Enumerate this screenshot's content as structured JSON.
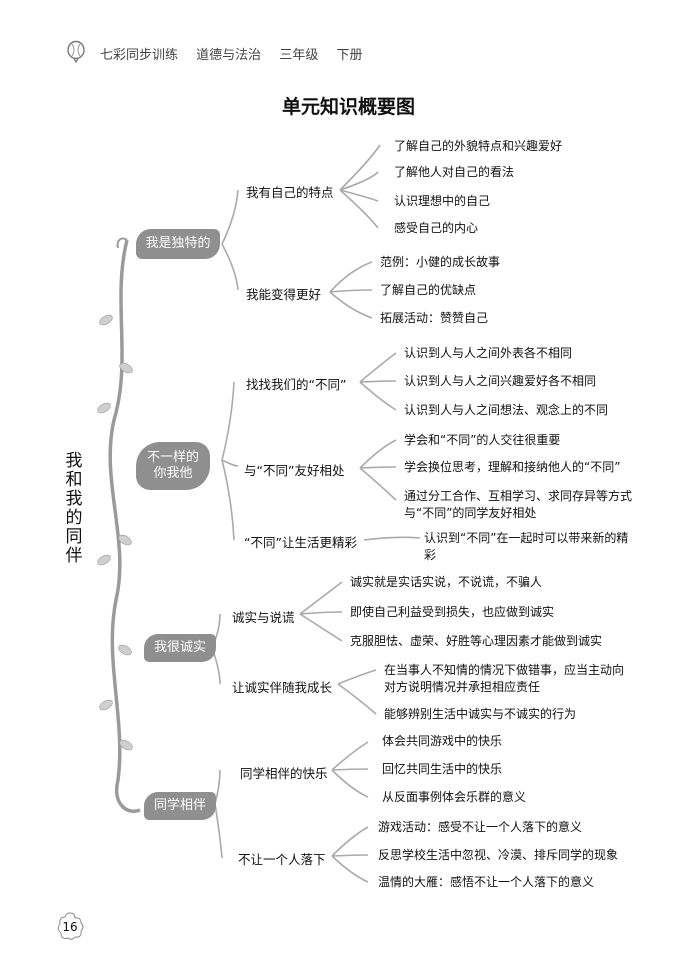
{
  "header": {
    "series": "七彩同步训练",
    "subject": "道德与法治",
    "grade": "三年级",
    "volume": "下册"
  },
  "title": "单元知识概要图",
  "root": "我和我的同伴",
  "units": [
    {
      "label": "我是独特的",
      "topics": [
        {
          "label": "我有自己的特点",
          "points": [
            "了解自己的外貌特点和兴趣爱好",
            "了解他人对自己的看法",
            "认识理想中的自己",
            "感受自己的内心"
          ]
        },
        {
          "label": "我能变得更好",
          "points": [
            "范例：小健的成长故事",
            "了解自己的优缺点",
            "拓展活动：赞赞自己"
          ]
        }
      ]
    },
    {
      "label": "不一样的你我他",
      "topics": [
        {
          "label": "找找我们的“不同”",
          "points": [
            "认识到人与人之间外表各不相同",
            "认识到人与人之间兴趣爱好各不相同",
            "认识到人与人之间想法、观念上的不同"
          ]
        },
        {
          "label": "与“不同”友好相处",
          "points": [
            "学会和“不同”的人交往很重要",
            "学会换位思考，理解和接纳他人的“不同”",
            "通过分工合作、互相学习、求同存异等方式与“不同”的同学友好相处"
          ]
        },
        {
          "label": "“不同”让生活更精彩",
          "points": [
            "认识到“不同”在一起时可以带来新的精彩"
          ]
        }
      ]
    },
    {
      "label": "我很诚实",
      "topics": [
        {
          "label": "诚实与说谎",
          "points": [
            "诚实就是实话实说，不说谎，不骗人",
            "即使自己利益受到损失，也应做到诚实",
            "克服胆怯、虚荣、好胜等心理因素才能做到诚实"
          ]
        },
        {
          "label": "让诚实伴随我成长",
          "points": [
            "在当事人不知情的情况下做错事，应当主动向对方说明情况并承担相应责任",
            "能够辨别生活中诚实与不诚实的行为"
          ]
        }
      ]
    },
    {
      "label": "同学相伴",
      "topics": [
        {
          "label": "同学相伴的快乐",
          "points": [
            "体会共同游戏中的快乐",
            "回忆共同生活中的快乐",
            "从反面事例体会乐群的意义"
          ]
        },
        {
          "label": "不让一个人落下",
          "points": [
            "游戏活动：感受不让一个人落下的意义",
            "反思学校生活中忽视、冷漠、排斥同学的现象",
            "温情的大雁：感悟不让一个人落下的意义"
          ]
        }
      ]
    }
  ],
  "page_number": "16",
  "colors": {
    "unit_fill": "#8f8f8f",
    "vine": "#9a9a9a",
    "leaf": "#cfcfcf"
  }
}
